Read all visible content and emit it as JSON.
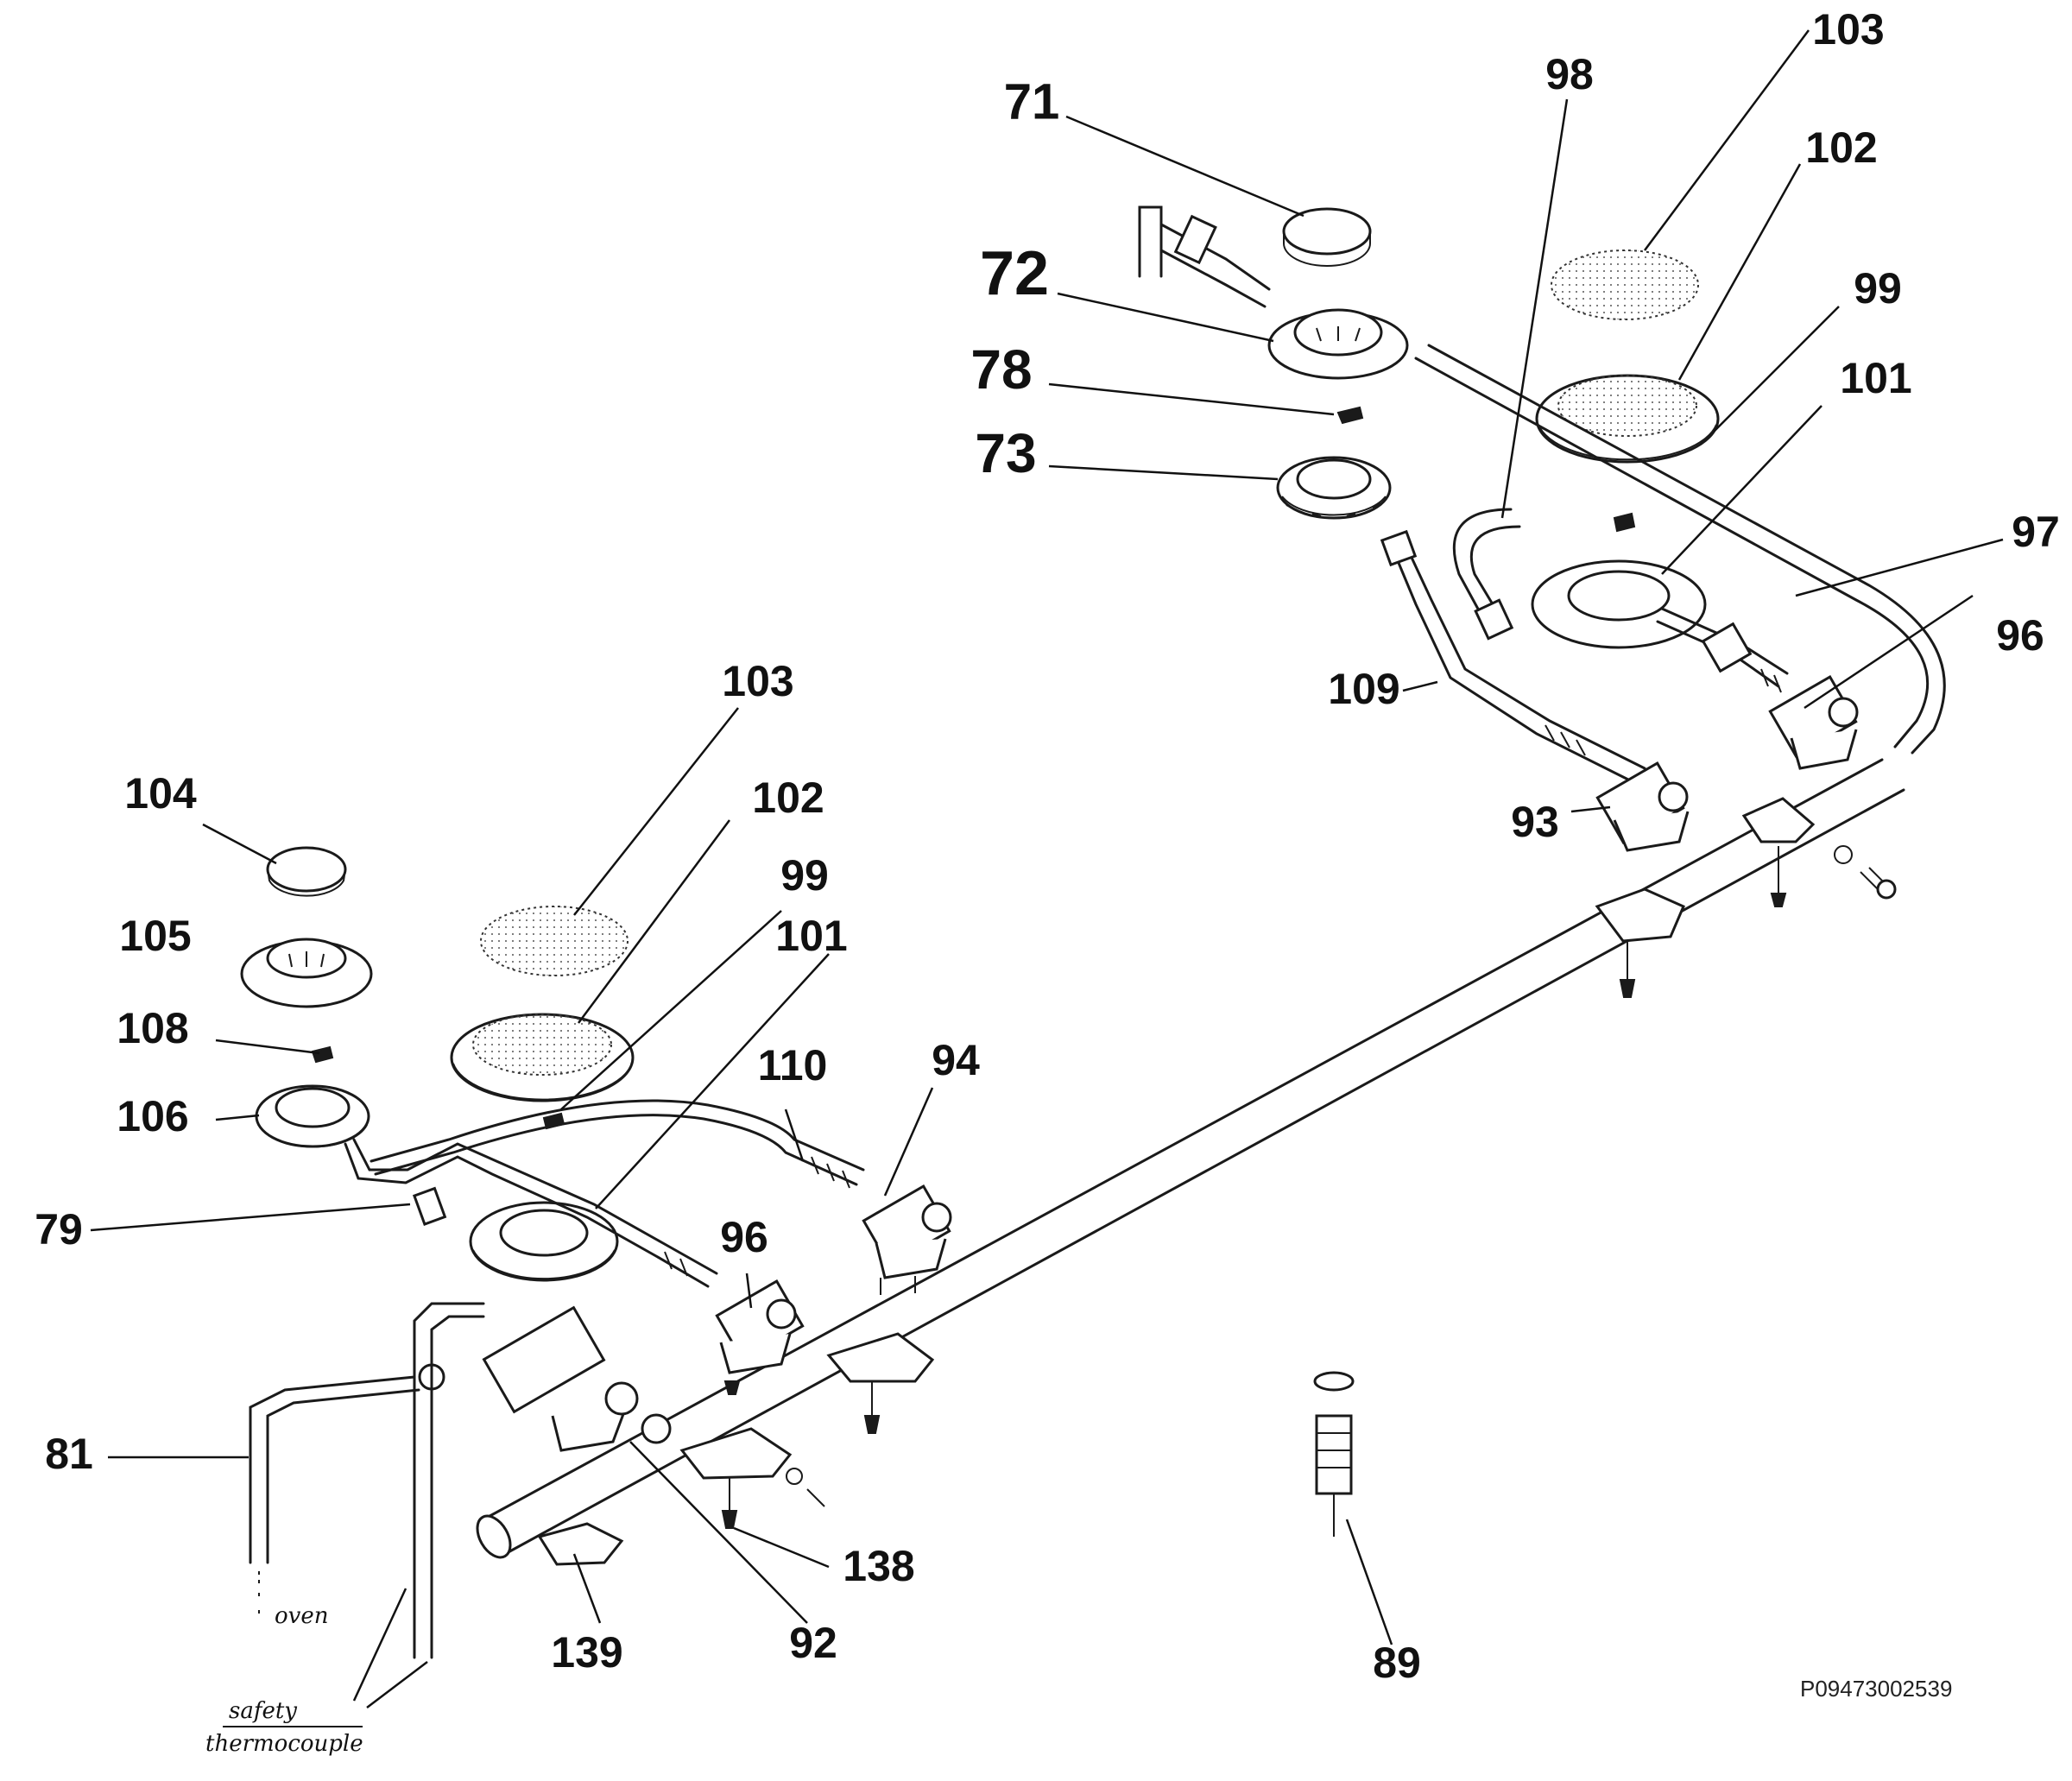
{
  "labels": {
    "p71": "71",
    "p72": "72",
    "p73": "73",
    "p78": "78",
    "p98": "98",
    "p103a": "103",
    "p102a": "102",
    "p99a": "99",
    "p101a": "101",
    "p97": "97",
    "p96a": "96",
    "p109": "109",
    "p93": "93",
    "p103b": "103",
    "p104": "104",
    "p102b": "102",
    "p99b": "99",
    "p101b": "101",
    "p105": "105",
    "p108": "108",
    "p110": "110",
    "p94": "94",
    "p106": "106",
    "p79": "79",
    "p96b": "96",
    "p81": "81",
    "p138": "138",
    "p139": "139",
    "p92": "92",
    "p89": "89"
  },
  "notes": {
    "oven": "oven",
    "safety": "safety",
    "thermocouple": "thermocouple"
  },
  "doc_id": "P09473002539"
}
